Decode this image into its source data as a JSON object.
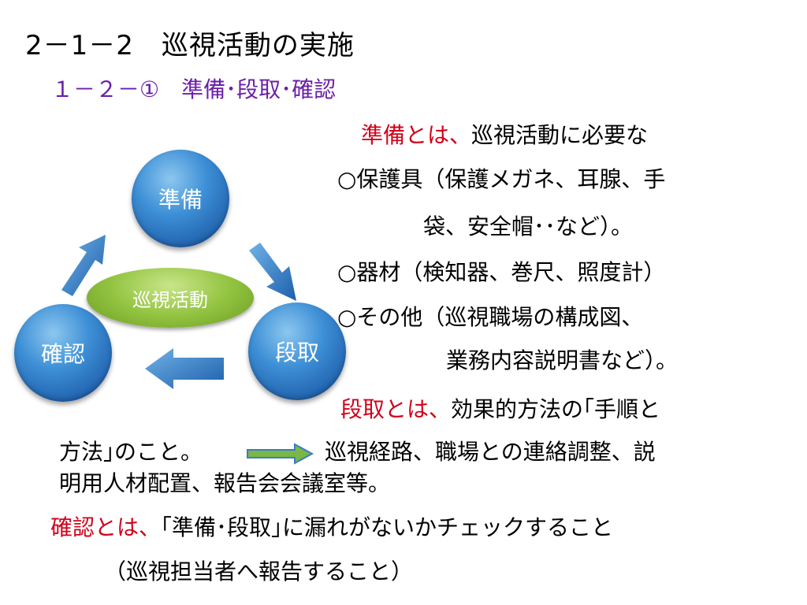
{
  "title": "2－1－2　巡視活動の実施",
  "subtitle": "１－２－①　準備･段取･確認",
  "diagram": {
    "top": "準備",
    "right": "段取",
    "left": "確認",
    "center": "巡視活動"
  },
  "text": {
    "prep_head": "準備とは、",
    "prep_rest": "巡視活動に必要な",
    "item1_a": "○保護具（保護メガネ、耳腺、手",
    "item1_b": "袋、安全帽･･など）。",
    "item2": "○器材（検知器、巻尺、照度計）",
    "item3_a": "○その他（巡視職場の構成図、",
    "item3_b": "業務内容説明書など）。",
    "setup_head": "段取とは、",
    "setup_rest": "効果的方法の｢手順と",
    "setup_c": "方法｣のこと。",
    "setup_d": "巡視経路、職場との連絡調整、説",
    "setup_e": "明用人材配置、報告会会議室等。",
    "confirm_head": "確認とは、",
    "confirm_rest": "｢準備･段取｣に漏れがないかチェックすること",
    "confirm_b": "（巡視担当者へ報告すること）"
  },
  "colors": {
    "subtitle": "#6b1fa8",
    "highlight": "#d0021b",
    "circle": "#2f7fcc",
    "center_oval": "#8dbf3f",
    "arrow_blue": "#2f7fcc",
    "arrow_green": "#7ab648"
  },
  "icons": [
    "cycle-arrow-icon",
    "right-arrow-icon"
  ]
}
